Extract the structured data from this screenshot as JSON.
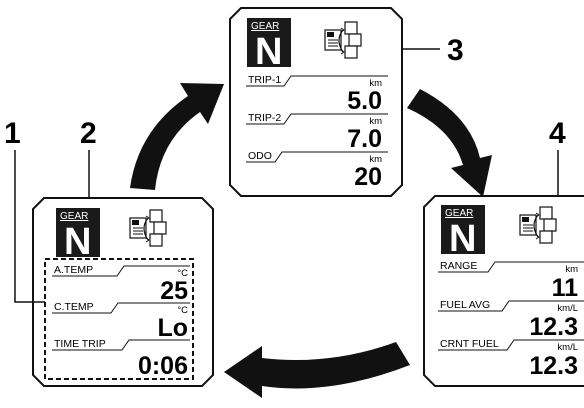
{
  "callouts": {
    "c1": "1",
    "c2": "2",
    "c3": "3",
    "c4": "4"
  },
  "screens": [
    {
      "gear_label": "GEAR",
      "gear_value": "N",
      "rows": [
        {
          "label": "A.TEMP",
          "unit": "°C",
          "value": "25"
        },
        {
          "label": "C.TEMP",
          "unit": "°C",
          "value": "Lo"
        },
        {
          "label": "TIME TRIP",
          "unit": "",
          "value": "0:06"
        }
      ]
    },
    {
      "gear_label": "GEAR",
      "gear_value": "N",
      "rows": [
        {
          "label": "TRIP-1",
          "unit": "km",
          "value": "5.0"
        },
        {
          "label": "TRIP-2",
          "unit": "km",
          "value": "7.0"
        },
        {
          "label": "ODO",
          "unit": "km",
          "value": "20"
        }
      ]
    },
    {
      "gear_label": "GEAR",
      "gear_value": "N",
      "rows": [
        {
          "label": "RANGE",
          "unit": "km",
          "value": "11"
        },
        {
          "label": "FUEL AVG",
          "unit": "km/L",
          "value": "12.3"
        },
        {
          "label": "CRNT FUEL",
          "unit": "km/L",
          "value": "12.3"
        }
      ]
    }
  ]
}
